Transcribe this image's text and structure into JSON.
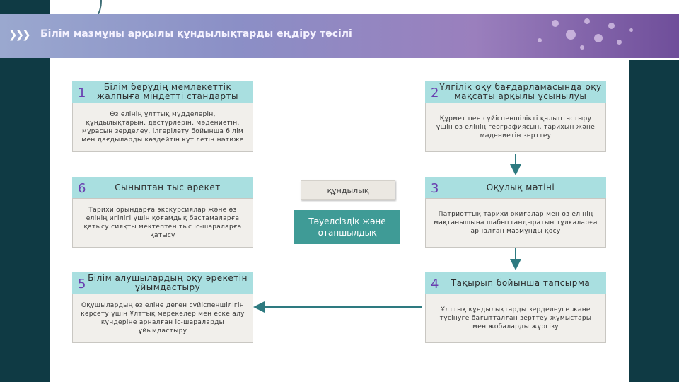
{
  "header": {
    "title": "Білім мазмұны арқылы құндылықтарды еңдіру тәсілі"
  },
  "center": {
    "label": "құндылық",
    "main": "Тәуелсіздік және отаншылдық"
  },
  "boxes": [
    {
      "number": "1",
      "title": "Білім берудің мемлекеттік жалпыға міндетті стандарты",
      "body": "Өз елінің ұлттық мүдделерін, құндылықтарын, дәстүрлерін, мәдениетін, мұрасын зерделеу, ілгерілету бойынша білім мен дағдыларды көздейтін күтілетін нәтиже"
    },
    {
      "number": "2",
      "title": "Үлгілік оқу бағдарламасында оқу мақсаты арқылы ұсынылуы",
      "body": "Құрмет пен сүйіспеншілікті қалыптастыру үшін өз елінің географиясын, тарихын және мәдениетін зерттеу"
    },
    {
      "number": "3",
      "title": "Оқулық мәтіні",
      "body": "Патриоттық тарихи оқиғалар мен өз елінің мақтанышына шабыттандыратын тұлғаларға арналған мазмұнды қосу"
    },
    {
      "number": "4",
      "title": "Тақырып бойынша тапсырма",
      "body": "Ұлттық құндылықтарды зерделеуге және түсінуге бағытталған зерттеу жұмыстары мен жобаларды жүргізу"
    },
    {
      "number": "5",
      "title": "Білім алушылардың оқу әрекетін ұйымдастыру",
      "body": "Оқушылардың өз еліне деген сүйіспеншілігін көрсету үшін Ұлттық мерекелер мен еске алу күндеріне арналған іс-шараларды ұйымдастыру"
    },
    {
      "number": "6",
      "title": "Сыныптан тыс әрекет",
      "body": "Тарихи орындарға экскурсиялар және өз елінің игілігі үшін қоғамдық бастамаларға қатысу сияқты мектептен тыс іс-шараларға қатысу"
    }
  ],
  "colors": {
    "accent": "#3f9b96",
    "box_header": "#a9dfe0",
    "arrow": "#2e7a80",
    "dark_band": "#0f3a44"
  }
}
